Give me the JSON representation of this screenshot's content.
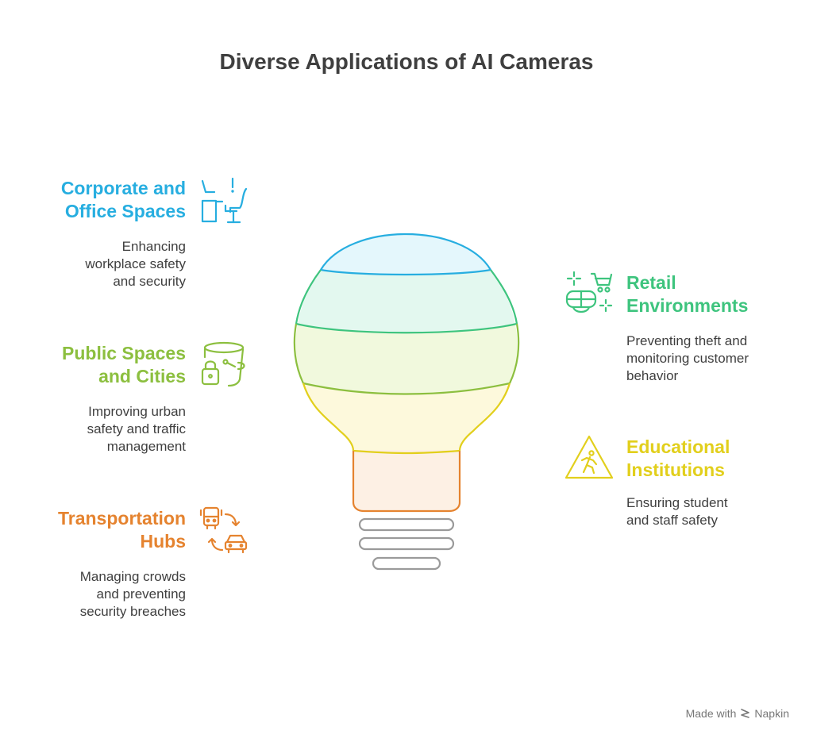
{
  "title": "Diverse Applications of AI Cameras",
  "items": [
    {
      "heading": [
        "Corporate and",
        "Office Spaces"
      ],
      "description": [
        "Enhancing",
        "workplace safety",
        "and security"
      ],
      "color": "#27aee0",
      "icon": "office-desk-icon"
    },
    {
      "heading": [
        "Public Spaces",
        "and Cities"
      ],
      "description": [
        "Improving urban",
        "safety and traffic",
        "management"
      ],
      "color": "#8cbf3f",
      "icon": "bucket-lock-icon"
    },
    {
      "heading": [
        "Transportation",
        "Hubs"
      ],
      "description": [
        "Managing crowds",
        "and preventing",
        "security breaches"
      ],
      "color": "#e5832f",
      "icon": "bus-car-exchange-icon"
    },
    {
      "heading": [
        "Retail",
        "Environments"
      ],
      "description": [
        "Preventing theft and",
        "monitoring customer",
        "behavior"
      ],
      "color": "#3ec47e",
      "icon": "vr-headset-cart-icon"
    },
    {
      "heading": [
        "Educational",
        "Institutions"
      ],
      "description": [
        "Ensuring student",
        "and staff safety"
      ],
      "color": "#e2cf1c",
      "icon": "warning-person-icon"
    }
  ],
  "bulb": {
    "bands": [
      {
        "fill": "#e4f7fc",
        "stroke": "#27aee0"
      },
      {
        "fill": "#e3f8ef",
        "stroke": "#3ec47e"
      },
      {
        "fill": "#f1f9dd",
        "stroke": "#8cbf3f"
      },
      {
        "fill": "#fdf9dc",
        "stroke": "#e2cf1c"
      },
      {
        "fill": "#fdf0e4",
        "stroke": "#e5832f"
      }
    ],
    "base_color": "#9a9a9a"
  },
  "footer": {
    "prefix": "Made with",
    "brand": "Napkin"
  }
}
